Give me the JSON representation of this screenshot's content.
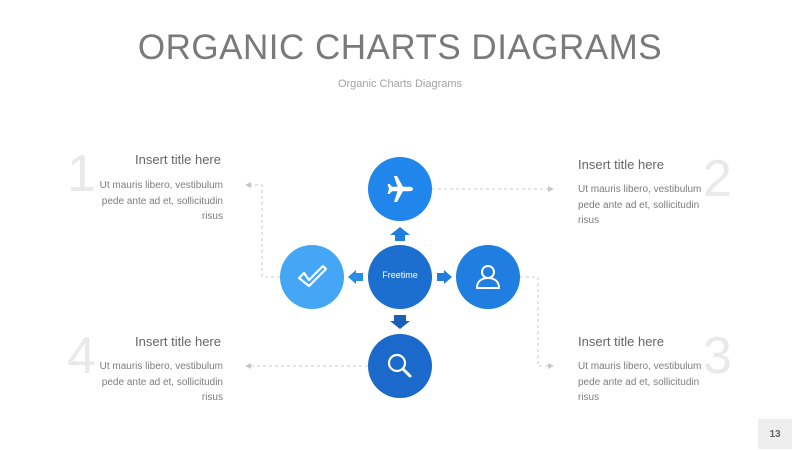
{
  "header": {
    "title": "ORGANIC CHARTS DIAGRAMS",
    "subtitle": "Organic Charts Diagrams"
  },
  "diagram": {
    "center_label": "Freetime",
    "nodes": {
      "top": {
        "icon": "airplane-icon"
      },
      "right": {
        "icon": "user-icon"
      },
      "bottom": {
        "icon": "search-icon"
      },
      "left": {
        "icon": "checkmark-icon"
      }
    },
    "colors": {
      "center": "#1c6fcf",
      "top": "#2186eb",
      "right": "#1f7ee0",
      "bottom": "#1a69cb",
      "left": "#45a6f5",
      "connector": "#c8c8c8",
      "number": "#e9e9e9"
    }
  },
  "blocks": [
    {
      "number": "1",
      "title": "Insert title here",
      "body": "Ut mauris libero, vestibulum pede ante ad et, sollicitudin risus"
    },
    {
      "number": "2",
      "title": "Insert title here",
      "body": "Ut mauris libero, vestibulum pede ante ad et, sollicitudin risus"
    },
    {
      "number": "3",
      "title": "Insert title here",
      "body": "Ut mauris libero, vestibulum pede ante ad et, sollicitudin risus"
    },
    {
      "number": "4",
      "title": "Insert title here",
      "body": "Ut mauris libero, vestibulum pede ante ad et, sollicitudin risus"
    }
  ],
  "footer": {
    "page_number": "13"
  }
}
